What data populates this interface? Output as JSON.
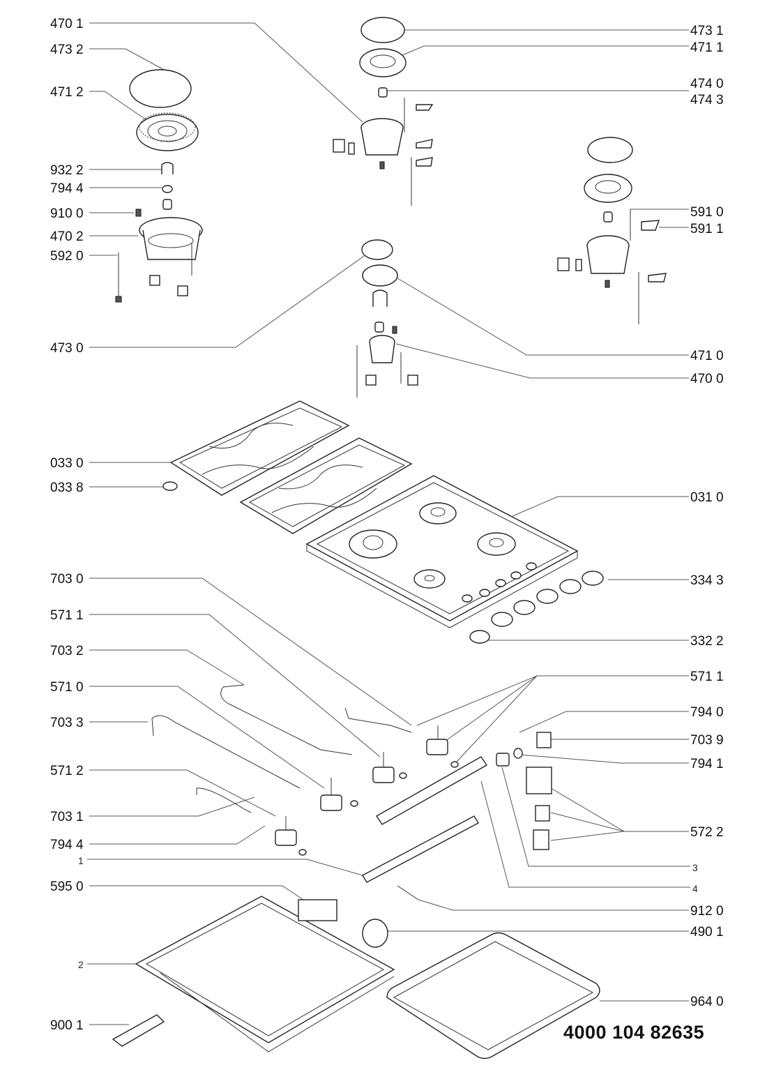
{
  "title": "Gas hob exploded parts diagram",
  "document_number": "4000 104 82635",
  "labels_left": [
    {
      "id": "470 1"
    },
    {
      "id": "473 2"
    },
    {
      "id": "471 2"
    },
    {
      "id": "932 2"
    },
    {
      "id": "794 4"
    },
    {
      "id": "910 0"
    },
    {
      "id": "470 2"
    },
    {
      "id": "592 0"
    },
    {
      "id": "473 0"
    },
    {
      "id": "033 0"
    },
    {
      "id": "033 8"
    },
    {
      "id": "703 0"
    },
    {
      "id": "571 1"
    },
    {
      "id": "703 2"
    },
    {
      "id": "571 0"
    },
    {
      "id": "703 3"
    },
    {
      "id": "571 2"
    },
    {
      "id": "703 1"
    },
    {
      "id": "794 4"
    },
    {
      "id": "1"
    },
    {
      "id": "595 0"
    },
    {
      "id": "2"
    },
    {
      "id": "900 1"
    }
  ],
  "labels_right": [
    {
      "id": "473 1"
    },
    {
      "id": "471 1"
    },
    {
      "id": "474 0"
    },
    {
      "id": "474 3"
    },
    {
      "id": "591 0"
    },
    {
      "id": "591 1"
    },
    {
      "id": "471 0"
    },
    {
      "id": "470 0"
    },
    {
      "id": "031 0"
    },
    {
      "id": "334 3"
    },
    {
      "id": "332 2"
    },
    {
      "id": "571 1"
    },
    {
      "id": "794 0"
    },
    {
      "id": "703 9"
    },
    {
      "id": "794 1"
    },
    {
      "id": "572 2"
    },
    {
      "id": "3"
    },
    {
      "id": "4"
    },
    {
      "id": "912 0"
    },
    {
      "id": "490 1"
    },
    {
      "id": "964 0"
    }
  ]
}
